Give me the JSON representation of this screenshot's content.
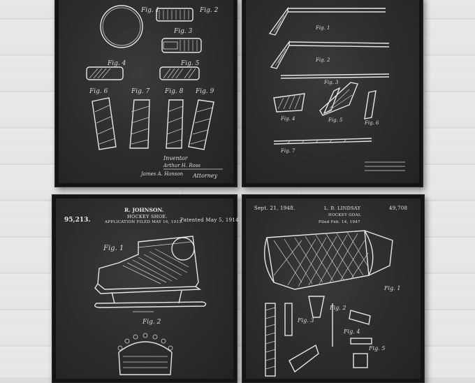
{
  "posters": {
    "puck": {
      "figures": [
        "Fig. 1",
        "Fig. 2",
        "Fig. 3",
        "Fig. 4",
        "Fig. 5",
        "Fig. 6",
        "Fig. 7",
        "Fig. 8",
        "Fig. 9"
      ],
      "inventor_label": "Inventor",
      "inventor_sig": "Arthur H. Ross",
      "witness_sig": "James A. Hanson",
      "attorney_label": "Attorney"
    },
    "stick": {
      "figures": [
        "Fig. 1",
        "Fig. 2",
        "Fig. 3",
        "Fig. 4",
        "Fig. 5",
        "Fig. 6",
        "Fig. 7"
      ]
    },
    "skate": {
      "inventor": "R. JOHNSON.",
      "title": "HOCKEY SHOE.",
      "filed": "APPLICATION FILED MAY 16, 1913.",
      "number": "95,213.",
      "date": "Patented May 5, 1914.",
      "figures": [
        "Fig. 1",
        "Fig. 2"
      ]
    },
    "goal": {
      "date": "Sept. 21, 1948.",
      "inventor": "L. B. LINDSAY",
      "number": "49,708",
      "title": "HOCKEY GOAL",
      "filed": "Filed Feb. 14, 1947",
      "figures": [
        "Fig. 1",
        "Fig. 2",
        "Fig. 3",
        "Fig. 4",
        "Fig. 5"
      ]
    }
  }
}
